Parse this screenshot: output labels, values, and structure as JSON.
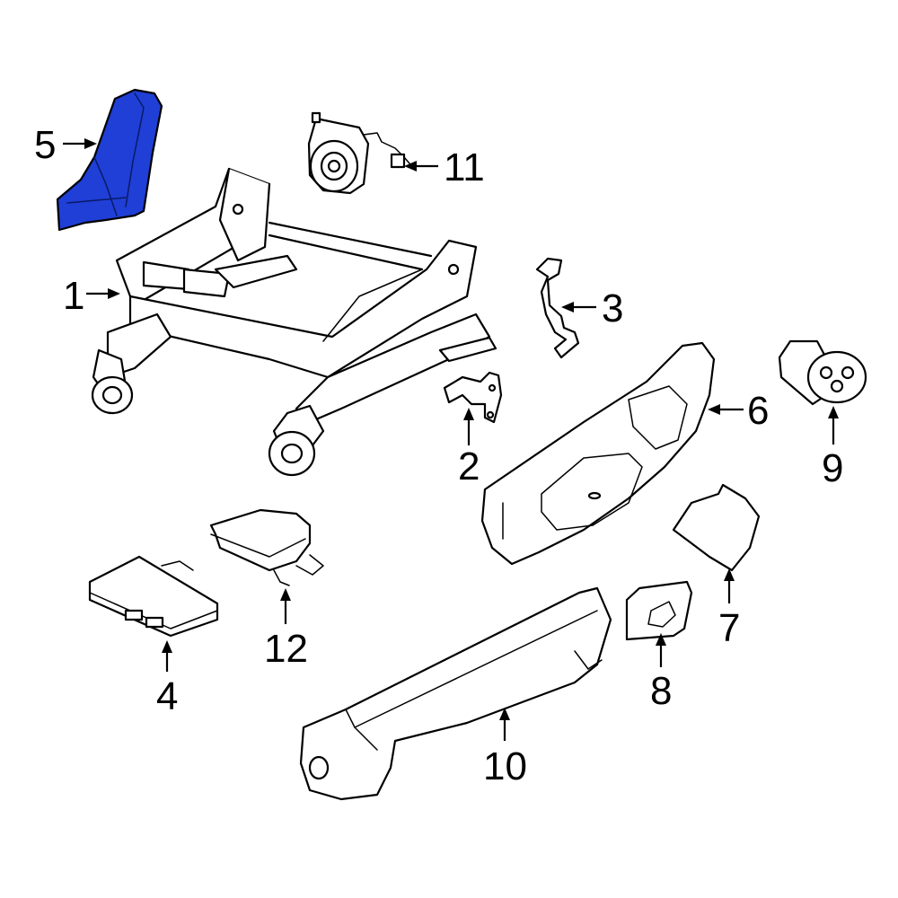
{
  "highlight_color": "#1f3fd6",
  "callouts": [
    {
      "id": "1",
      "label": "1"
    },
    {
      "id": "2",
      "label": "2"
    },
    {
      "id": "3",
      "label": "3"
    },
    {
      "id": "4",
      "label": "4"
    },
    {
      "id": "5",
      "label": "5",
      "highlighted": true
    },
    {
      "id": "6",
      "label": "6"
    },
    {
      "id": "7",
      "label": "7"
    },
    {
      "id": "8",
      "label": "8"
    },
    {
      "id": "9",
      "label": "9"
    },
    {
      "id": "10",
      "label": "10"
    },
    {
      "id": "11",
      "label": "11"
    },
    {
      "id": "12",
      "label": "12"
    }
  ]
}
